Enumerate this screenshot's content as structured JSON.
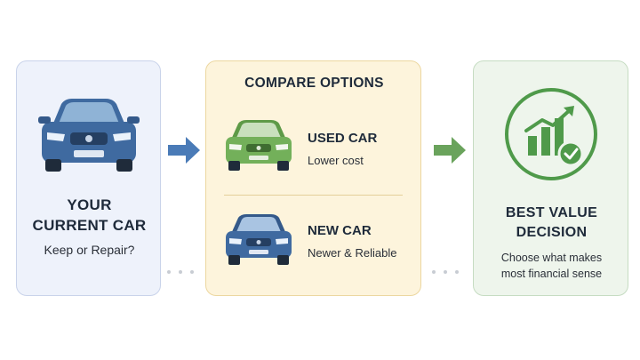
{
  "current": {
    "title_line1": "YOUR",
    "title_line2": "CURRENT CAR",
    "subtitle": "Keep or Repair?"
  },
  "compare": {
    "title": "COMPARE OPTIONS",
    "options": [
      {
        "title": "USED CAR",
        "subtitle": "Lower cost"
      },
      {
        "title": "NEW CAR",
        "subtitle": "Newer & Reliable"
      }
    ]
  },
  "decision": {
    "title_line1": "BEST VALUE",
    "title_line2": "DECISION",
    "subtitle_line1": "Choose what makes",
    "subtitle_line2": "most financial sense"
  },
  "icons": {
    "current": "blue-car-icon",
    "used": "green-car-icon",
    "new": "blue-car-icon",
    "decision": "rising-chart-check-icon",
    "arrow1": "right-arrow-icon",
    "arrow2": "right-arrow-icon"
  },
  "colors": {
    "current_panel": "#eef2fb",
    "compare_panel": "#fdf4dc",
    "decision_panel": "#eef5ec",
    "blue_arrow": "#4a7bb7",
    "green_arrow": "#6aa35c",
    "blue_car": "#3f6aa0",
    "green_car": "#73b05a",
    "decision_green": "#4f9a4a"
  }
}
